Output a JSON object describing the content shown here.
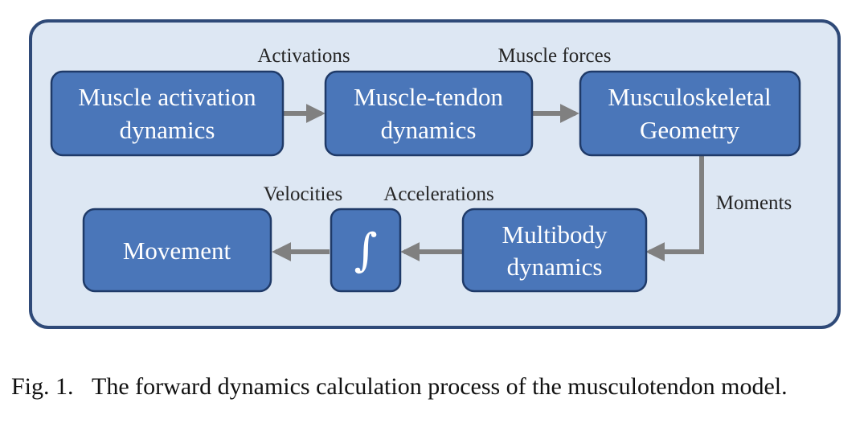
{
  "diagram": {
    "nodes": {
      "activation": {
        "lines": [
          "Muscle activation",
          "dynamics"
        ]
      },
      "tendon": {
        "lines": [
          "Muscle-tendon",
          "dynamics"
        ]
      },
      "geometry": {
        "lines": [
          "Musculoskeletal",
          "Geometry"
        ]
      },
      "multibody": {
        "lines": [
          "Multibody",
          "dynamics"
        ]
      },
      "integrator": {
        "symbol": "∫"
      },
      "movement": {
        "lines": [
          "Movement"
        ]
      }
    },
    "edge_labels": {
      "activations": "Activations",
      "muscle_forces": "Muscle forces",
      "moments": "Moments",
      "accelerations": "Accelerations",
      "velocities": "Velocities"
    },
    "colors": {
      "panel_fill": "#dde7f3",
      "panel_border": "#2f4a78",
      "box_fill": "#4a76b9",
      "box_border": "#1f3a68",
      "arrow": "#808080"
    }
  },
  "caption": {
    "label": "Fig. 1.",
    "text": "The forward dynamics calculation process of the musculotendon model."
  }
}
